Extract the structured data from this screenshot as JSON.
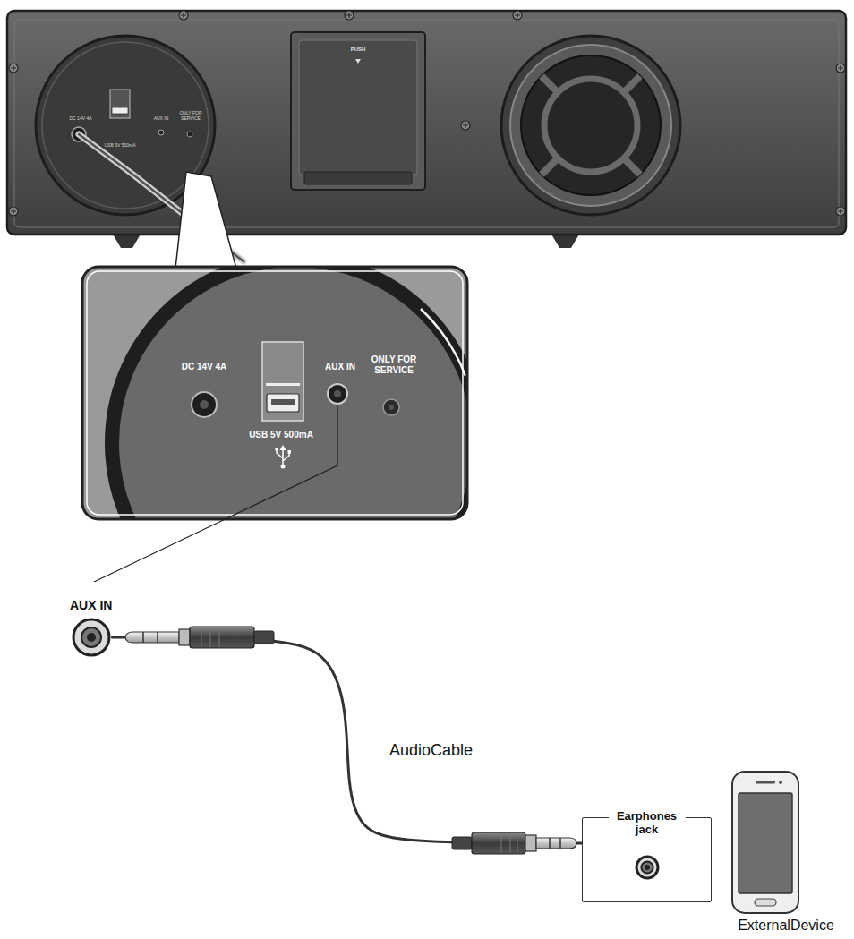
{
  "diagram": {
    "nodes": [
      {
        "text": [
          "AUX IN"
        ]
      },
      {
        "text": [
          "Earphones jack"
        ]
      }
    ],
    "edges": [
      {
        "from": 0,
        "to": 1,
        "arrow": "none",
        "label": "AudioCable"
      }
    ],
    "labels": [
      "PUSH",
      "DC 14V 4A",
      "USB 5V 500mA",
      "AUX IN",
      "ONLY FOR SERVICE",
      "DC 14V 4A",
      "AUX IN",
      "ONLY FOR SERVICE",
      "USB 5V 500mA",
      "ExternalDevice"
    ]
  }
}
